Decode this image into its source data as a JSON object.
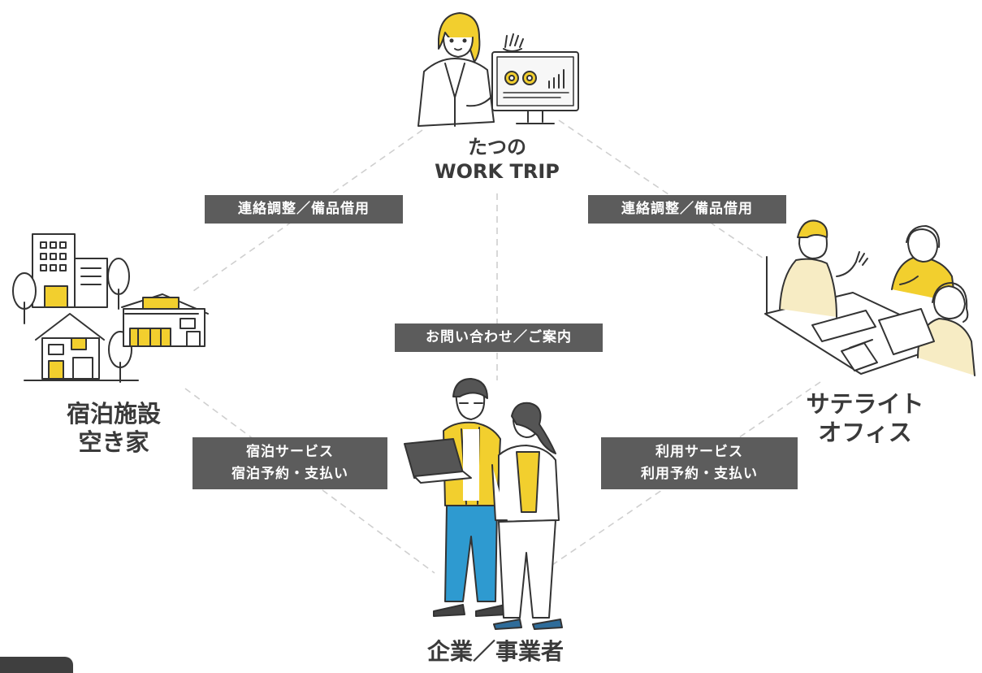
{
  "nodes": {
    "top": {
      "line1": "たつの",
      "line2": "WORK TRIP"
    },
    "left": {
      "line1": "宿泊施設",
      "line2": "空き家"
    },
    "right": {
      "line1": "サテライト",
      "line2": "オフィス"
    },
    "bottom": {
      "line1": "企業／事業者"
    }
  },
  "relations": {
    "top_left": {
      "line1": "連絡調整／備品借用"
    },
    "top_right": {
      "line1": "連絡調整／備品借用"
    },
    "center": {
      "line1": "お問い合わせ／ご案内"
    },
    "bottom_left": {
      "line1": "宿泊サービス",
      "line2": "宿泊予約・支払い"
    },
    "bottom_right": {
      "line1": "利用サービス",
      "line2": "利用予約・支払い"
    }
  },
  "colors": {
    "accent": "#f2cf2e",
    "box": "#5c5c5c",
    "line": "#cfcfcf",
    "ink": "#333333"
  }
}
